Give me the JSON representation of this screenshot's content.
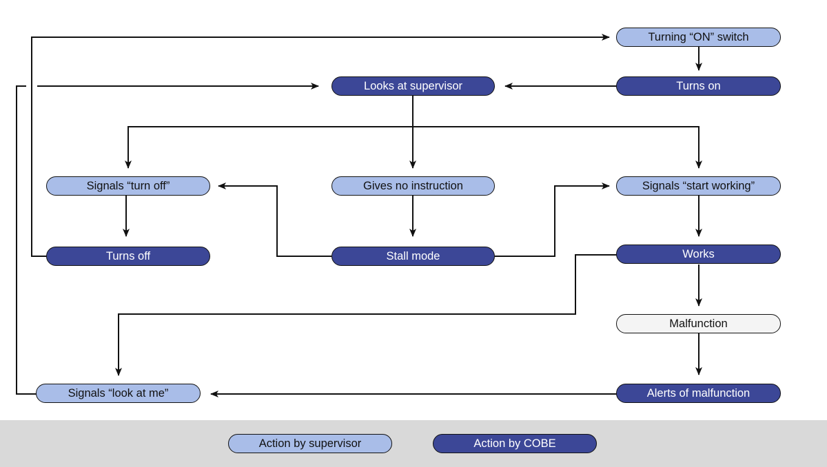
{
  "colors": {
    "supervisor": "#a9bde8",
    "cobe": "#3c4797",
    "neutral": "#f4f4f4",
    "legend_bg": "#d9d9d9",
    "stroke": "#111111"
  },
  "nodes": {
    "turning_on_switch": "Turning “ON” switch",
    "turns_on": "Turns on",
    "looks_at_supervisor": "Looks at supervisor",
    "signals_turn_off": "Signals “turn off”",
    "gives_no_instruction": "Gives no instruction",
    "signals_start_working": "Signals “start working”",
    "turns_off": "Turns off",
    "stall_mode": "Stall mode",
    "works": "Works",
    "malfunction": "Malfunction",
    "signals_look_at_me": "Signals “look at me”",
    "alerts_of_malfunction": "Alerts of malfunction"
  },
  "legend": {
    "supervisor_label": "Action by supervisor",
    "cobe_label": "Action by COBE"
  }
}
